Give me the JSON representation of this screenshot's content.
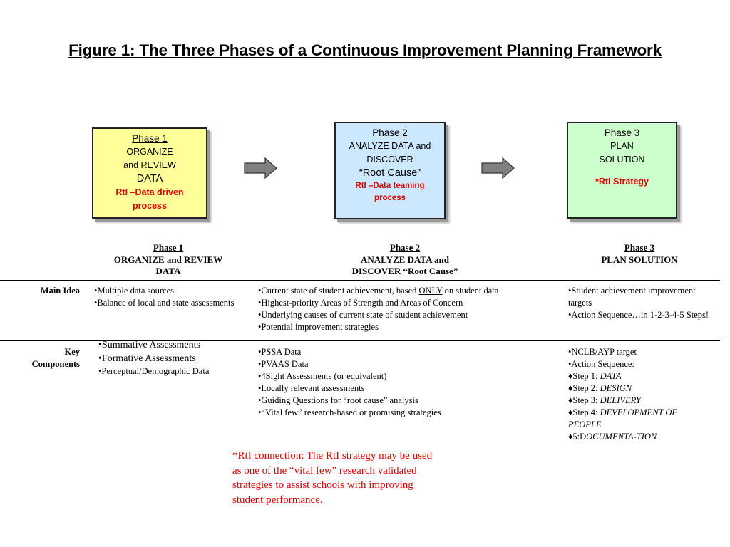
{
  "title": "Figure 1: The Three Phases of a Continuous Improvement Planning Framework",
  "phases": [
    {
      "phase": "Phase 1",
      "line1": "ORGANIZE",
      "line2": "and REVIEW",
      "line3": "DATA",
      "rti": "RtI –Data driven process",
      "color": "#ffff99"
    },
    {
      "phase": "Phase 2",
      "line1": "ANALYZE DATA and",
      "line2": "DISCOVER",
      "line3": "“Root Cause”",
      "rti": "RtI –Data teaming process",
      "color": "#cce8ff"
    },
    {
      "phase": "Phase 3",
      "line1": "PLAN",
      "line2": "SOLUTION",
      "rti": "*RtI Strategy",
      "color": "#ccffcc"
    }
  ],
  "arrow_color": "#808080",
  "table": {
    "headers": [
      {
        "phase": "Phase 1",
        "name": "ORGANIZE and REVIEW DATA"
      },
      {
        "phase": "Phase 2",
        "name": "ANALYZE DATA and DISCOVER “Root Cause”"
      },
      {
        "phase": "Phase 3",
        "name": "PLAN SOLUTION"
      }
    ],
    "main_idea": {
      "label": "Main Idea",
      "col1": [
        "Multiple data sources",
        "Balance of local and state assessments"
      ],
      "col2": {
        "first_prefix": "Current state of student achievement, based ",
        "first_underlined": "ONLY",
        "first_suffix": " on student data",
        "rest": [
          "Highest-priority Areas of Strength and Areas of Concern",
          "Underlying causes of current state of student achievement",
          "Potential improvement strategies"
        ]
      },
      "col3": [
        "Student achievement improvement targets",
        "Action Sequence…in 1-2-3-4-5 Steps!"
      ]
    },
    "key_components": {
      "label_line1": "Key",
      "label_line2": "Components",
      "col1_large": [
        "Summative Assessments",
        "Formative Assessments"
      ],
      "col1_small": [
        "Perceptual/Demographic Data"
      ],
      "col2": [
        "PSSA Data",
        "PVAAS Data",
        "4Sight Assessments (or equivalent)",
        "Locally relevant assessments",
        "Guiding Questions for “root cause” analysis",
        "“Vital few” research-based or promising strategies"
      ],
      "col3_plain": [
        "NCLB/AYP target",
        "Action Sequence:"
      ],
      "col3_steps": [
        {
          "prefix": "Step 1: ",
          "text": "DATA"
        },
        {
          "prefix": "Step 2: ",
          "text": "DESIGN"
        },
        {
          "prefix": "Step 3: ",
          "text": "DELIVERY"
        },
        {
          "prefix": "Step 4: ",
          "text": "DEVELOPMENT OF PEOPLE"
        },
        {
          "prefix": "5:D",
          "text": "OCUMENTA-TION"
        }
      ]
    }
  },
  "note": "*RtI connection: The RtI strategy may be used as one of the “vital few” research validated strategies to assist schools with improving student performance."
}
